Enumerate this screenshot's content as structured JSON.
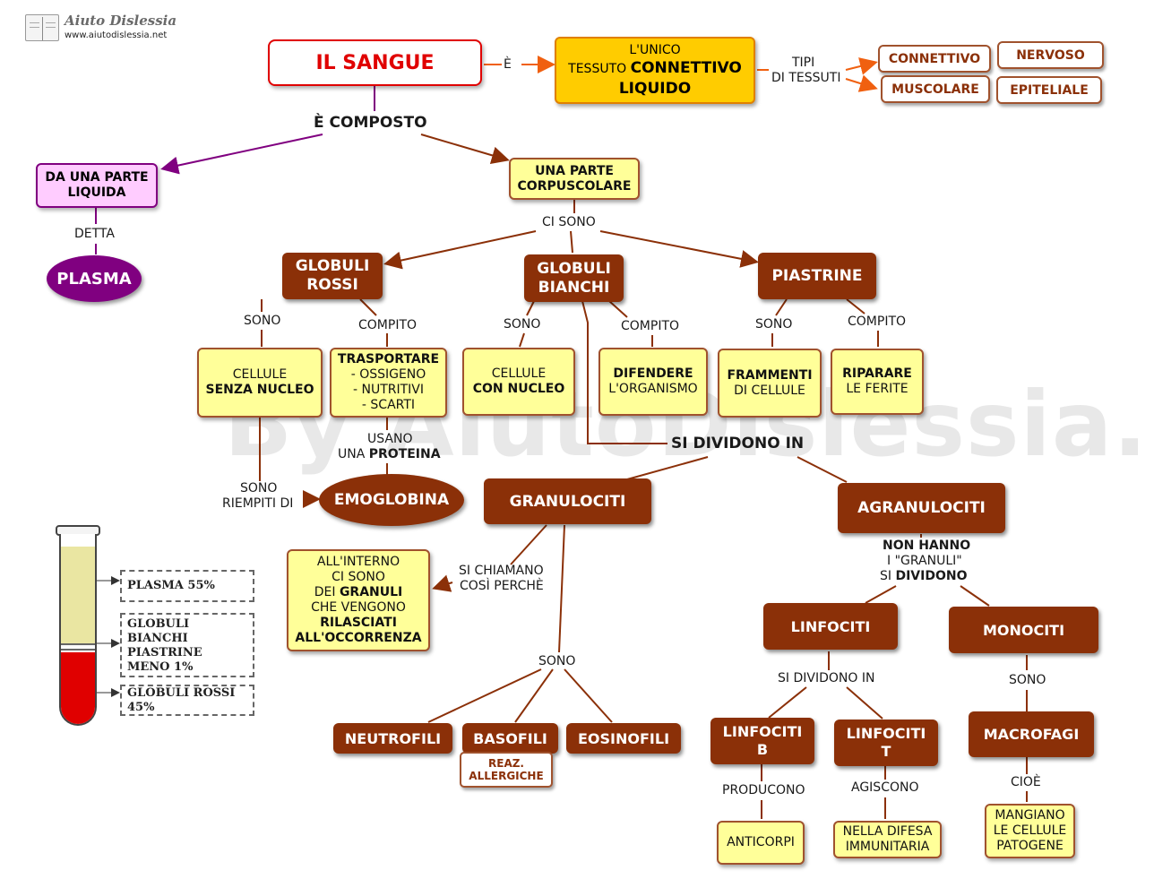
{
  "logo": {
    "name": "Aiuto Dislessia",
    "url": "www.aiutodislessia.net"
  },
  "watermark": "By AiutoDislessia.net",
  "colors": {
    "brown": "#8b3008",
    "yellow": "#ffff99",
    "orange": "#ffcc00",
    "purple": "#800080",
    "pink": "#ffccff",
    "red": "#e00000"
  },
  "title": "IL SANGUE",
  "link_e": "È",
  "tessuto": {
    "l1": "L'UNICO",
    "l2a": "TESSUTO ",
    "l2b": "CONNETTIVO",
    "l3": "LIQUIDO"
  },
  "tipi_label": {
    "l1": "TIPI",
    "l2": "DI TESSUTI"
  },
  "tipi": {
    "connettivo": "CONNETTIVO",
    "nervoso": "NERVOSO",
    "muscolare": "MUSCOLARE",
    "epiteliale": "EPITELIALE"
  },
  "composto": "È COMPOSTO",
  "liquida": {
    "l1": "DA UNA PARTE",
    "l2": "LIQUIDA"
  },
  "detta": "DETTA",
  "plasma": "PLASMA",
  "corpuscolare": {
    "l1": "UNA PARTE",
    "l2": "CORPUSCOLARE"
  },
  "ci_sono": "CI SONO",
  "globuli_rossi": {
    "l1": "GLOBULI",
    "l2": "ROSSI"
  },
  "globuli_bianchi": {
    "l1": "GLOBULI",
    "l2": "BIANCHI"
  },
  "piastrine": "PIASTRINE",
  "labels": {
    "sono": "SONO",
    "compito": "COMPITO"
  },
  "cellule_senza": {
    "l1": "CELLULE",
    "l2": "SENZA NUCLEO"
  },
  "trasportare": {
    "l1": "TRASPORTARE",
    "l2": "- OSSIGENO",
    "l3": "- NUTRITIVI",
    "l4": "- SCARTI"
  },
  "usano": {
    "l1": "USANO",
    "l2a": "UNA ",
    "l2b": "PROTEINA"
  },
  "riempiti": {
    "l1": "SONO",
    "l2": "RIEMPITI DI"
  },
  "emoglobina": "EMOGLOBINA",
  "cellule_con": {
    "l1": "CELLULE",
    "l2": "CON NUCLEO"
  },
  "difendere": {
    "l1": "DIFENDERE",
    "l2": "L'ORGANISMO"
  },
  "frammenti": {
    "l1": "FRAMMENTI",
    "l2": "DI CELLULE"
  },
  "riparare": {
    "l1": "RIPARARE",
    "l2": "LE FERITE"
  },
  "si_dividono_in": "SI DIVIDONO IN",
  "granulociti": "GRANULOCITI",
  "agranulociti": "AGRANULOCITI",
  "si_chiamano": {
    "l1": "SI CHIAMANO",
    "l2": "COSÌ PERCHÈ"
  },
  "granuli_box": {
    "l1": "ALL'INTERNO",
    "l2": "CI SONO",
    "l3a": "DEI ",
    "l3b": "GRANULI",
    "l4": "CHE VENGONO",
    "l5": "RILASCIATI",
    "l6": "ALL'OCCORRENZA"
  },
  "non_hanno": {
    "l1": "NON HANNO",
    "l2": "I \"GRANULI\"",
    "l3a": "SI ",
    "l3b": "DIVIDONO"
  },
  "sono_gran": "SONO",
  "neutrofili": "NEUTROFILI",
  "basofili": "BASOFILI",
  "eosinofili": "EOSINOFILI",
  "reaz": {
    "l1": "REAZ.",
    "l2": "ALLERGICHE"
  },
  "linfociti": "LINFOCITI",
  "monociti": "MONOCITI",
  "linf_divid": "SI DIVIDONO IN",
  "linfociti_b": {
    "l1": "LINFOCITI",
    "l2": "B"
  },
  "linfociti_t": {
    "l1": "LINFOCITI",
    "l2": "T"
  },
  "producono": "PRODUCONO",
  "agiscono": "AGISCONO",
  "anticorpi": "ANTICORPI",
  "difesa": {
    "l1": "NELLA DIFESA",
    "l2": "IMMUNITARIA"
  },
  "sono_mono": "SONO",
  "macrofagi": "MACROFAGI",
  "cioe": "CIOÈ",
  "mangiano": {
    "l1": "MANGIANO",
    "l2": "LE CELLULE",
    "l3": "PATOGENE"
  },
  "tube": {
    "plasma": "PLASMA 55%",
    "bianchi": {
      "l1": "GLOBULI BIANCHI",
      "l2": "PIASTRINE",
      "l3": "MENO 1%"
    },
    "rossi": "GLOBULI ROSSI 45%"
  }
}
